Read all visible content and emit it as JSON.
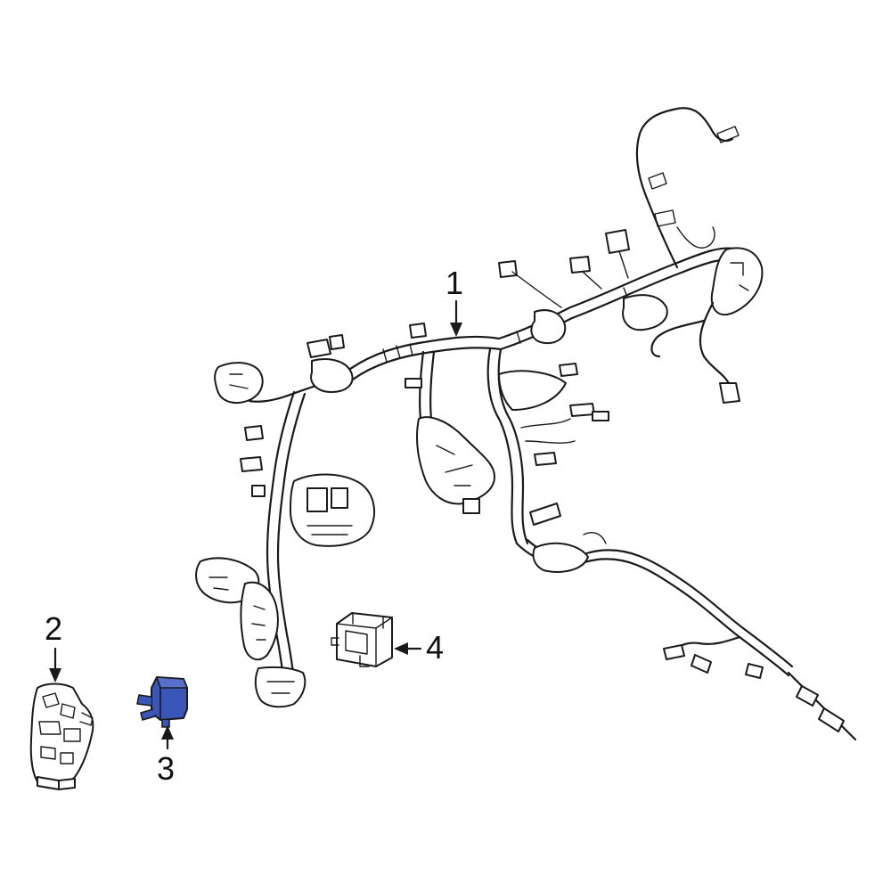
{
  "callouts": {
    "part1": "1",
    "part2": "2",
    "part3": "3",
    "part4": "4"
  },
  "colors": {
    "highlight": "#3a56b8",
    "line": "#1a1a1a",
    "background": "#ffffff"
  }
}
